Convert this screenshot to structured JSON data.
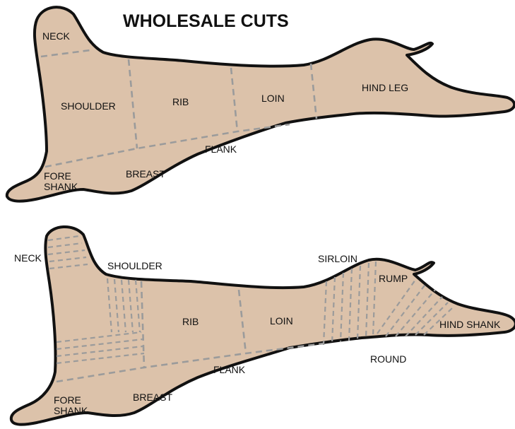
{
  "title": "WHOLESALE CUTS",
  "colors": {
    "meat": "#dcc2aa",
    "outline": "#111111",
    "cut_lines": "#9b9b9b"
  },
  "top_diagram": {
    "labels": {
      "neck": "NECK",
      "shoulder": "SHOULDER",
      "rib": "RIB",
      "loin": "LOIN",
      "hind_leg": "HIND LEG",
      "flank": "FLANK",
      "breast": "BREAST",
      "fore_shank_1": "FORE",
      "fore_shank_2": "SHANK"
    }
  },
  "bottom_diagram": {
    "labels": {
      "neck": "NECK",
      "shoulder": "SHOULDER",
      "rib": "RIB",
      "loin": "LOIN",
      "sirloin": "SIRLOIN",
      "rump": "RUMP",
      "hind_shank": "HIND SHANK",
      "round": "ROUND",
      "flank": "FLANK",
      "breast": "BREAST",
      "fore_shank_1": "FORE",
      "fore_shank_2": "SHANK"
    }
  }
}
